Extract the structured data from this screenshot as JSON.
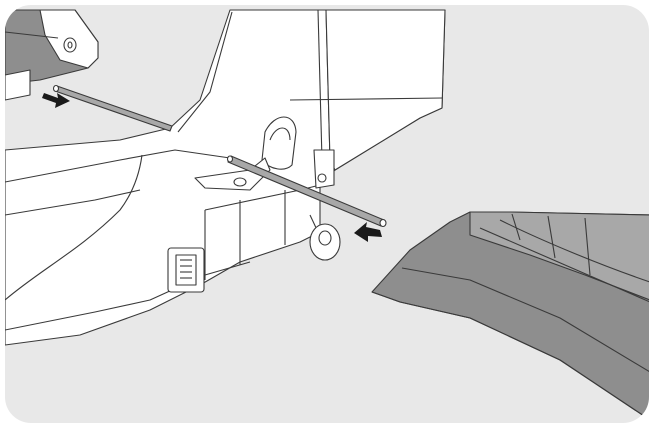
{
  "figure": {
    "background_color": "#e8e8e8",
    "frame_color": "#ffffff",
    "line_color": "#3a3a3a",
    "shade_color": "#8e8e8e",
    "shade_light_color": "#a8a8a8",
    "arrow_color": "#1a1a1a",
    "icons": [
      "fuselage-outline",
      "horizontal-stabilizer",
      "tail-wheel",
      "stabilizer-joiner-tube",
      "insert-arrow-icon",
      "servo-connector-icon"
    ]
  }
}
